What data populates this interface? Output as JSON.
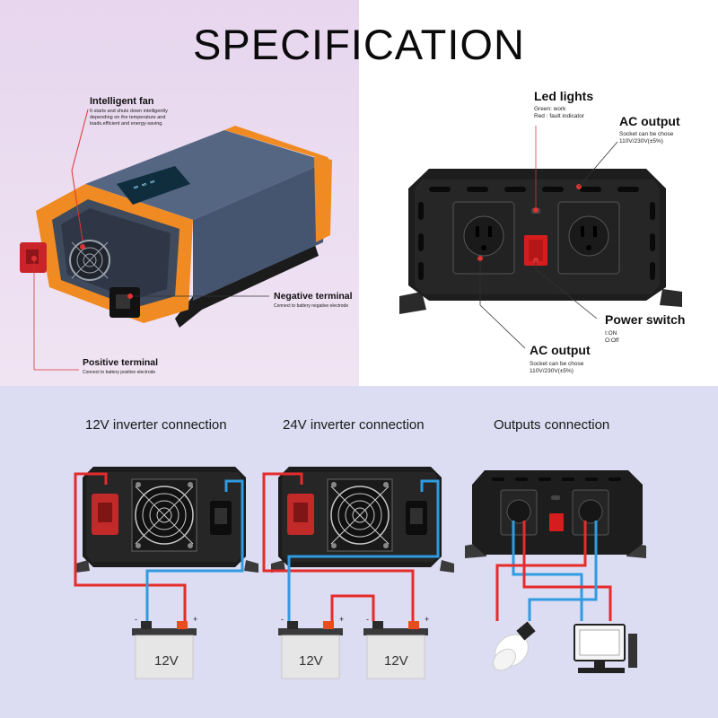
{
  "title": "SPECIFICATION",
  "callouts": {
    "intelligent_fan": {
      "label": "Intelligent fan",
      "desc": "It starts and shuts down intelligently depending on the temperature and loads.efficient and energy-saving."
    },
    "negative_terminal": {
      "label": "Negative terminal",
      "desc": "Connect to battery negative electrode"
    },
    "positive_terminal": {
      "label": "Positive terminal",
      "desc": "Connect to battery positive electrode"
    },
    "led_lights": {
      "label": "Led lights",
      "desc_line1": "Green: work",
      "desc_line2": "Red : fault indicator"
    },
    "ac_output_top": {
      "label": "AC output",
      "desc_line1": "Socket can be chose",
      "desc_line2": "110V/230V(±5%)"
    },
    "power_switch": {
      "label": "Power switch",
      "desc_line1": "I:ON",
      "desc_line2": "O:Off"
    },
    "ac_output_bottom": {
      "label": "AC output",
      "desc_line1": "Socket can be chose",
      "desc_line2": "110V/230V(±5%)"
    }
  },
  "sections": {
    "s12v": "12V inverter connection",
    "s24v": "24V inverter connection",
    "outputs": "Outputs connection"
  },
  "batteries": {
    "b1": "12V",
    "b2": "12V",
    "b3": "12V",
    "minus": "-",
    "plus": "+"
  },
  "colors": {
    "inverter_blue": "#4b5a73",
    "inverter_orange": "#f08a22",
    "wire_red": "#e52b2b",
    "wire_blue": "#2f9be0"
  }
}
